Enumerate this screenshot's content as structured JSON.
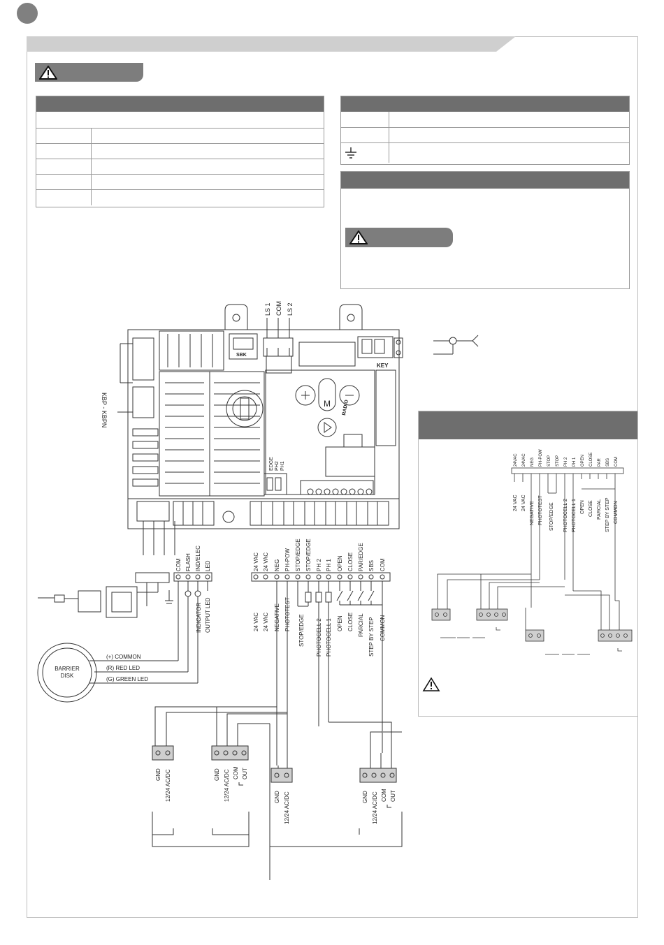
{
  "connector_labels": {
    "ls1": "LS 1",
    "com": "COM",
    "ls2": "LS 2",
    "sbk": "SBK",
    "key": "KEY",
    "kbp": "KBP - KBPN",
    "edge": "EDGE",
    "ph2": "PH2",
    "ph1": "PH1",
    "radio": "RADIO",
    "m": "M"
  },
  "left_terminal_block": [
    "COM",
    "FLASH",
    "IND/ELEC",
    "LED"
  ],
  "left_terminal_descriptions": [
    "INDICATOR",
    "OUTPUT LED"
  ],
  "main_terminal_block": [
    "24 VAC",
    "24 VAC",
    "NEG",
    "PH-POW",
    "STOP/EDGE",
    "STOP/EDGE",
    "PH 2",
    "PH 1",
    "OPEN",
    "CLOSE",
    "PAR/EDGE",
    "SBS",
    "COM"
  ],
  "main_terminal_descriptions": [
    "24 VAC",
    "24 VAC",
    "NEGATIVE",
    "PHOTOTEST",
    "STOP/EDGE",
    "PHOTOCELL 2",
    "PHOTOCELL 1",
    "OPEN",
    "CLOSE",
    "PARCIAL",
    "STEP BY STEP",
    "COMMON"
  ],
  "barrier_disk": {
    "label_1": "BARRIER",
    "label_2": "DISK",
    "wires": [
      "(+) COMMON",
      "(R) RED LED",
      "(G) GREEN LED"
    ]
  },
  "photocell_terminals": {
    "gnd": "GND",
    "power_ac_dc": "12/24 AC/DC",
    "com": "COM",
    "out": "OUT"
  },
  "inset_terminal_block": [
    "24VAC",
    "24VAC",
    "NEG",
    "PH-POW",
    "STOP",
    "STOP",
    "PH 2",
    "PH 1",
    "OPEN",
    "CLOSE",
    "PAR",
    "SBS",
    "COM"
  ],
  "inset_descriptions": [
    "24 VAC",
    "24 VAC",
    "NEGATIVE",
    "PHOTOTEST",
    "STOP/EDGE",
    "PHOTOCELL 2",
    "PHOTOCELL 1",
    "OPEN",
    "CLOSE",
    "PARCIAL",
    "STEP BY STEP",
    "COMMON"
  ],
  "colors": {
    "dark_header": "#6e6e6e",
    "tab_gray": "#7d7d7d",
    "line": "#333333",
    "terminal_fill": "#cfcfcf"
  }
}
